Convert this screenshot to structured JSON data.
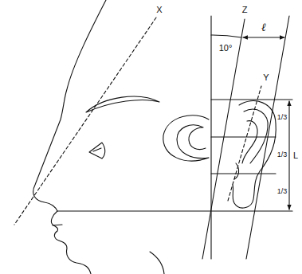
{
  "diagram": {
    "labels": [
      "X",
      "Z",
      "ℓ",
      "10°",
      "Y",
      "1/3",
      "1/3",
      "1/3",
      "L"
    ]
  }
}
